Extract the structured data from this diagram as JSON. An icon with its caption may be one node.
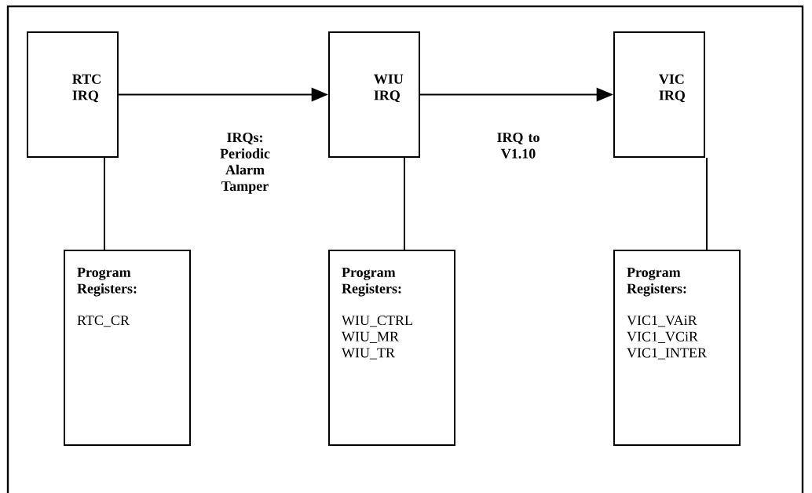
{
  "diagram": {
    "nodes": [
      {
        "text": [
          "RTC IRQ"
        ]
      },
      {
        "text": [
          "WIU IRQ"
        ]
      },
      {
        "text": [
          "VIC IRQ"
        ]
      },
      {
        "text": [
          "Program Registers:",
          "RTC_CR"
        ]
      },
      {
        "text": [
          "Program Registers:",
          "WIU_CTRL WIU_MR WIU_TR"
        ]
      },
      {
        "text": [
          "Program Registers:",
          "VIC1_VAiR VIC1_VCiR VIC1_INTER"
        ]
      }
    ],
    "edges": [
      {
        "from": 0,
        "to": 1,
        "arrow": "to",
        "label": "IRQs: Periodic Alarm Tamper"
      },
      {
        "from": 1,
        "to": 2,
        "arrow": "to",
        "label": "IRQ to V1.10"
      },
      {
        "from": 0,
        "to": 3,
        "arrow": "none"
      },
      {
        "from": 1,
        "to": 4,
        "arrow": "none"
      },
      {
        "from": 2,
        "to": 5,
        "arrow": "none"
      }
    ]
  }
}
